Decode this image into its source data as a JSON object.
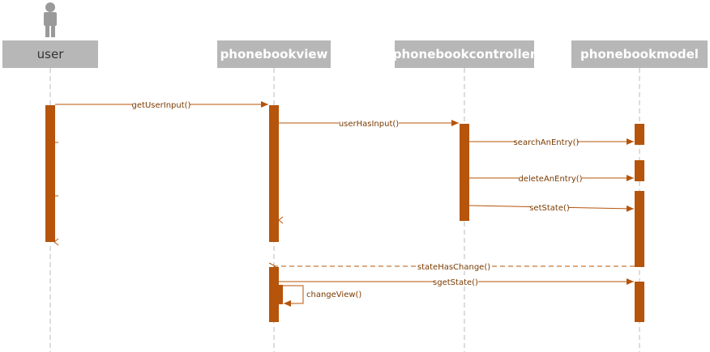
{
  "colors": {
    "activation": "#b5540a",
    "arrow": "#b5540a",
    "header_bg": "#b7b7b7",
    "lifeline": "#bbbbbb",
    "actor": "#9a9a9a",
    "label": "#7a3a00"
  },
  "actor_icon": "person-icon",
  "lifelines": [
    {
      "id": "user",
      "label": "user"
    },
    {
      "id": "phonebookview",
      "label": "phonebookview"
    },
    {
      "id": "phonebookcontroller",
      "label": "phonebookcontroller"
    },
    {
      "id": "phonebookmodel",
      "label": "phonebookmodel"
    }
  ],
  "messages": [
    {
      "id": "getUserInput",
      "label": "getUserInput()",
      "from": "user",
      "to": "phonebookview",
      "kind": "sync"
    },
    {
      "id": "userHasInput",
      "label": "userHasInput()",
      "from": "phonebookview",
      "to": "phonebookcontroller",
      "kind": "sync"
    },
    {
      "id": "searchAnEntry",
      "label": "searchAnEntry()",
      "from": "phonebookcontroller",
      "to": "phonebookmodel",
      "kind": "sync"
    },
    {
      "id": "deleteAnEntry",
      "label": "deleteAnEntry()",
      "from": "phonebookcontroller",
      "to": "phonebookmodel",
      "kind": "sync"
    },
    {
      "id": "setState",
      "label": "setState()",
      "from": "phonebookcontroller",
      "to": "phonebookmodel",
      "kind": "sync"
    },
    {
      "id": "stateHasChange",
      "label": "stateHasChange()",
      "from": "phonebookmodel",
      "to": "phonebookview",
      "kind": "return"
    },
    {
      "id": "sgetState",
      "label": "sgetState()",
      "from": "phonebookview",
      "to": "phonebookmodel",
      "kind": "sync"
    },
    {
      "id": "changeView",
      "label": "changeView()",
      "from": "phonebookview",
      "to": "phonebookview",
      "kind": "self"
    }
  ]
}
